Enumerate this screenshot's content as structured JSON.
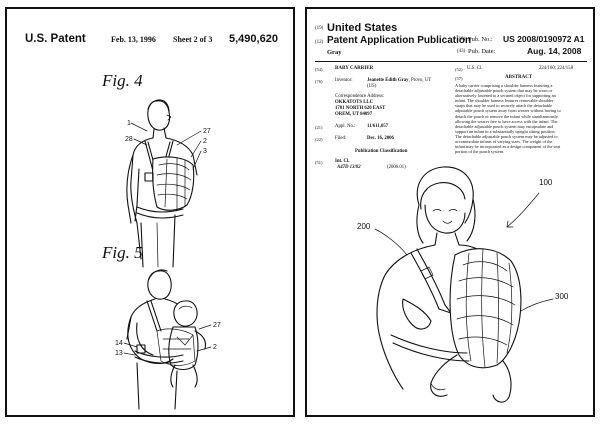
{
  "left_sheet": {
    "header_left": "U.S. Patent",
    "header_date": "Feb. 13, 1996",
    "header_sheet": "Sheet 2 of 3",
    "header_number": "5,490,620",
    "fig4_label": "Fig. 4",
    "fig5_label": "Fig. 5",
    "fig4_refs": [
      "1",
      "28",
      "27",
      "2",
      "3"
    ],
    "fig5_refs": [
      "27",
      "14",
      "13",
      "2"
    ]
  },
  "right_sheet": {
    "header": {
      "code_19": "(19)",
      "country": "United States",
      "code_12": "(12)",
      "pub_type": "Patent Application Publication",
      "inventor_short": "Gray",
      "code_10": "(10)",
      "pub_no_label": "Pub. No.:",
      "pub_no_value": "US 2008/0190972 A1",
      "code_43": "(43)",
      "pub_date_label": "Pub. Date:",
      "pub_date_value": "Aug. 14, 2008"
    },
    "left_column": {
      "title_code": "(54)",
      "title": "BABY CARRIER",
      "inventor_code": "(76)",
      "inventor_label": "Inventor:",
      "inventor_name": "Jeanette Edith Gray",
      "inventor_city": ", Provo, UT",
      "inventor_country": "(US)",
      "corr_label": "Correspondence Address:",
      "corr_line1": "OKKATOTS LLC",
      "corr_line2": "1781 NORTH 620 EAST",
      "corr_line3": "OREM, UT 84097",
      "appl_code": "(21)",
      "appl_label": "Appl. No.:",
      "appl_value": "11/611,057",
      "filed_code": "(22)",
      "filed_label": "Filed:",
      "filed_value": "Dec. 16, 2006",
      "pubclass_heading": "Publication Classification",
      "intcl_code": "(51)",
      "intcl_label": "Int. Cl.",
      "intcl_value": "A47D 13/02",
      "intcl_year": "(2006.01)"
    },
    "right_column": {
      "uscl_code": "(52)",
      "uscl_label": "U.S. Cl.",
      "uscl_value": "224/160; 224/158",
      "abstract_code": "(57)",
      "abstract_heading": "ABSTRACT",
      "abstract_lines": [
        "A baby carrier comprising a shoulder harness featuring a",
        "detachable adjustable pouch system that may be worn or",
        "alternatively fastened to a secured object for supporting an",
        "infant. The shoulder harness features removable shoulder",
        "straps that may be used to securely attach the detachable",
        "adjustable pouch system away from wearer without having to",
        "detach the pouch or remove the infant while simultaneously",
        "allowing the wearer free to have access with the infant. The",
        "detachable adjustable pouch system may encapsulate and",
        "support an infant in a substantially upright sitting position.",
        "The detachable adjustable pouch system may be adjusted to",
        "accommodate infants of varying sizes. The weight of the",
        "infant may be incorporated as a design component of the seat",
        "portion of the pouch system."
      ]
    },
    "figure_refs": [
      "100",
      "200",
      "300"
    ]
  }
}
